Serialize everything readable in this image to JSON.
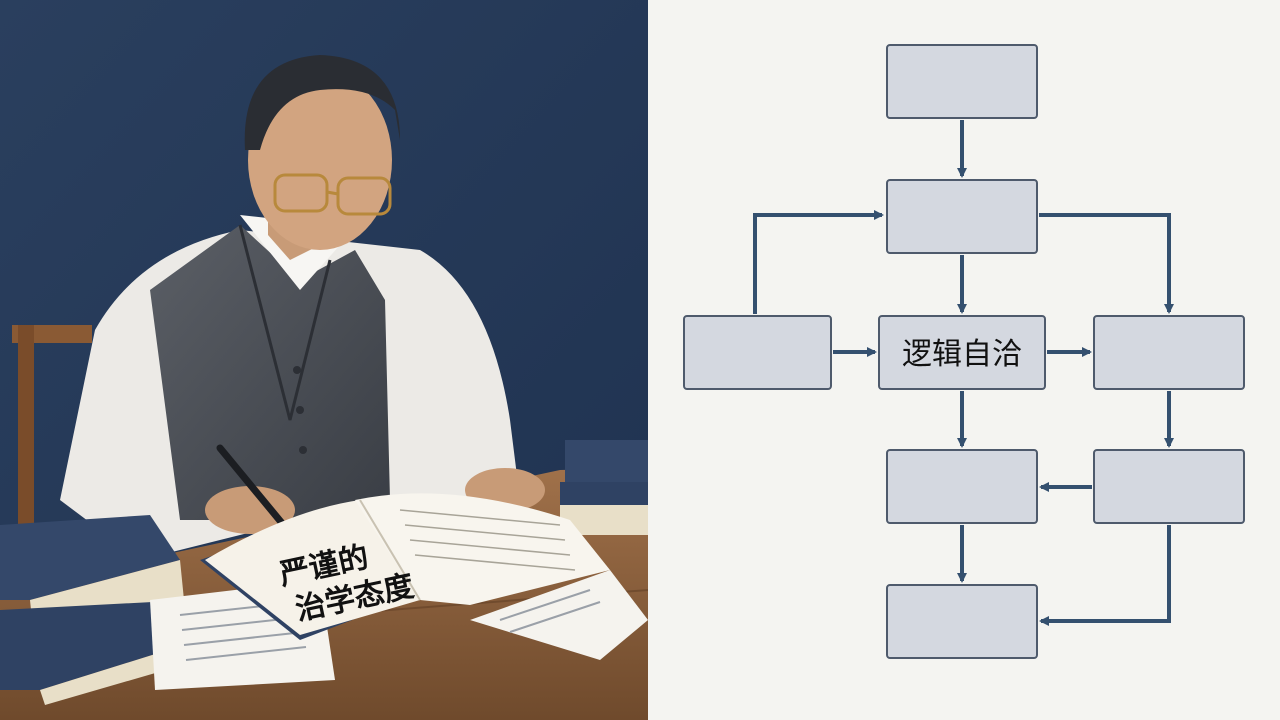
{
  "illustration": {
    "book_text_line1": "严谨的",
    "book_text_line2": "治学态度"
  },
  "diagram": {
    "center_label": "逻辑自洽",
    "colors": {
      "box_fill": "#d4d8e0",
      "box_stroke": "#4e5a6c",
      "arrow": "#34506f",
      "background": "#f4f4f1"
    }
  }
}
